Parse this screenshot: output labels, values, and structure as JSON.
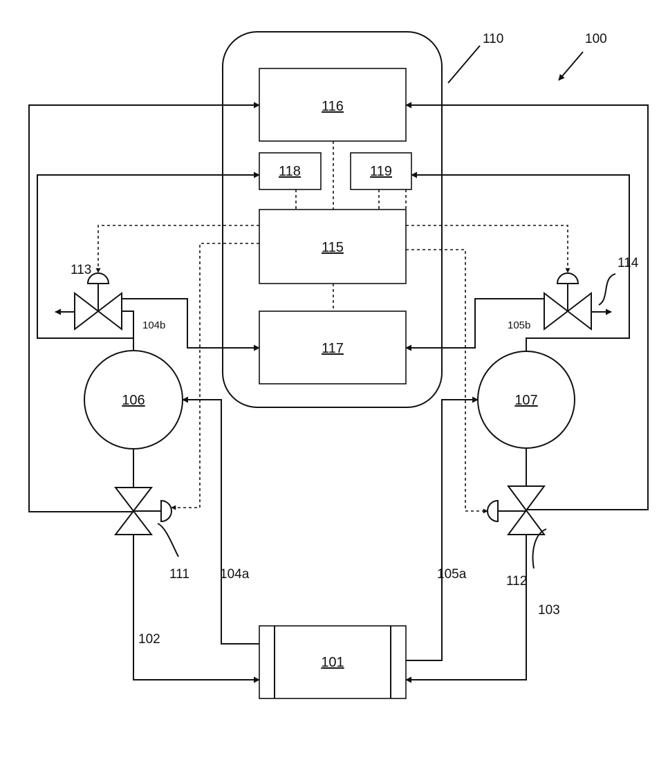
{
  "labels": {
    "system": "100",
    "controller": "110",
    "block_116": "116",
    "block_118": "118",
    "block_119": "119",
    "block_115": "115",
    "block_117": "117",
    "tank_106": "106",
    "tank_107": "107",
    "unit_101": "101",
    "valve_111": "111",
    "valve_112": "112",
    "valve_113": "113",
    "valve_114": "114",
    "line_102": "102",
    "line_103": "103",
    "line_104a": "104a",
    "line_105a": "105a",
    "line_104b": "104b",
    "line_105b": "105b"
  }
}
